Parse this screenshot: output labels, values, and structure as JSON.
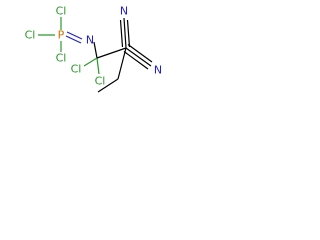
{
  "structure": {
    "atoms": {
      "phosphorus": "P",
      "cl_p_top": "Cl",
      "cl_p_left": "Cl",
      "cl_p_bottom": "Cl",
      "nitrogen": "N",
      "cl_c_left": "Cl",
      "cl_c_right": "Cl",
      "nitrile_n_top": "N",
      "nitrile_n_right": "N"
    },
    "colors": {
      "chlorine": "#2a9a2a",
      "nitrogen": "#2020d0",
      "phosphorus": "#d07000",
      "carbon": "#000000"
    }
  }
}
